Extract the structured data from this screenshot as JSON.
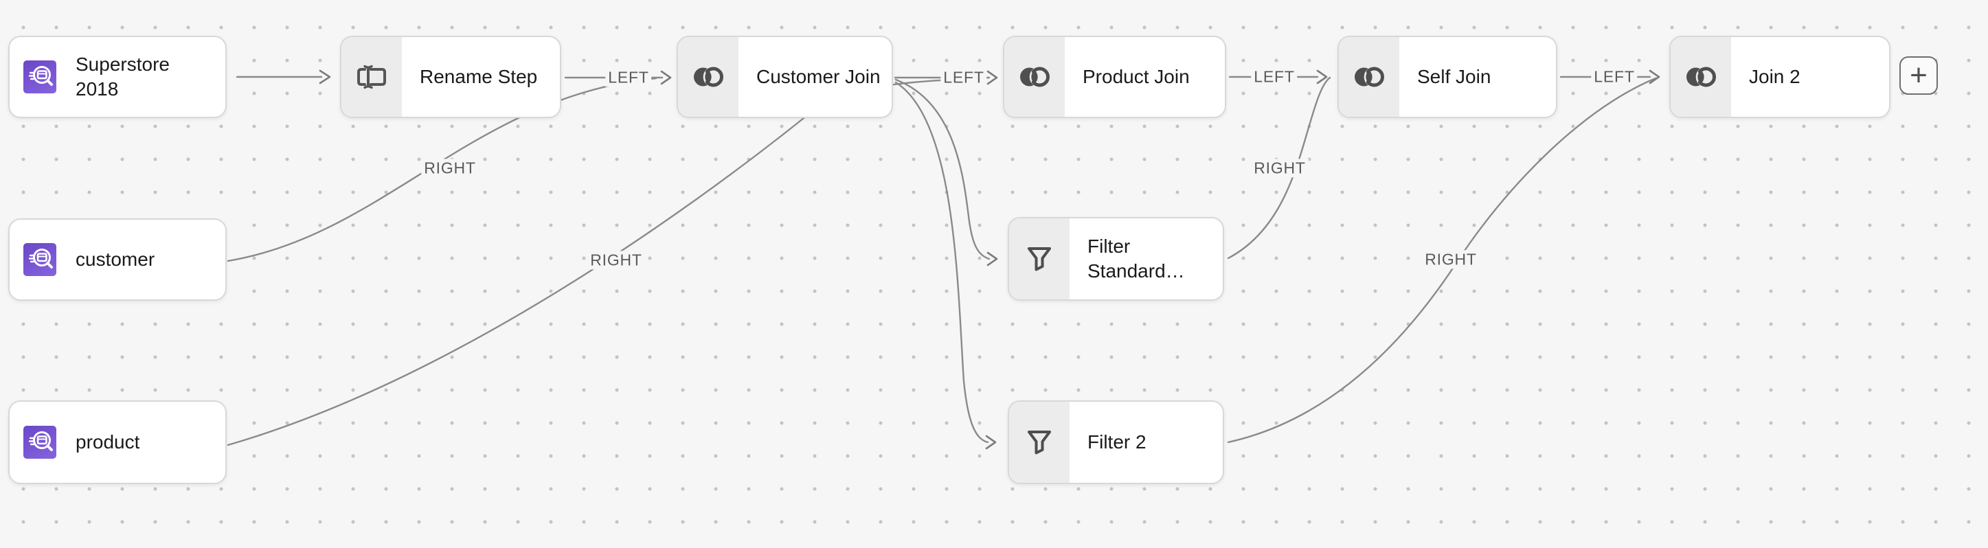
{
  "canvas": {
    "background": "#f6f6f6",
    "dot_color": "#c3c3c3"
  },
  "colors": {
    "node_bg": "#ffffff",
    "node_border": "#d8d8d8",
    "icon_section_bg": "#ececec",
    "edge": "#8a8a8a",
    "edge_label": "#5a5a5a",
    "node_text": "#1a1a1a",
    "dataset_icon_purple_start": "#6a48c6",
    "dataset_icon_purple_end": "#8465dd",
    "glyph_gray": "#4f4f4f"
  },
  "icons": {
    "dataset": "dataset-search-icon",
    "rename": "rename-field-icon",
    "join": "venn-join-icon",
    "filter": "funnel-filter-icon",
    "add": "plus-icon"
  },
  "nodes": {
    "superstore": {
      "label": "Superstore 2018",
      "type": "dataset"
    },
    "rename_step": {
      "label": "Rename Step",
      "type": "rename"
    },
    "customer_join": {
      "label": "Customer Join",
      "type": "join"
    },
    "product_join": {
      "label": "Product Join",
      "type": "join"
    },
    "self_join": {
      "label": "Self Join",
      "type": "join"
    },
    "join_2": {
      "label": "Join 2",
      "type": "join"
    },
    "customer": {
      "label": "customer",
      "type": "dataset"
    },
    "product": {
      "label": "product",
      "type": "dataset"
    },
    "filter_standard": {
      "label": "Filter Standard…",
      "type": "filter"
    },
    "filter_2": {
      "label": "Filter 2",
      "type": "filter"
    }
  },
  "edge_labels": [
    {
      "text": "LEFT"
    },
    {
      "text": "RIGHT"
    },
    {
      "text": "RIGHT"
    },
    {
      "text": "LEFT"
    },
    {
      "text": "LEFT"
    },
    {
      "text": "RIGHT"
    },
    {
      "text": "LEFT"
    },
    {
      "text": "RIGHT"
    }
  ],
  "edges": [
    {
      "from": "superstore",
      "to": "rename_step",
      "label": ""
    },
    {
      "from": "rename_step",
      "to": "customer_join",
      "label": "LEFT"
    },
    {
      "from": "customer",
      "to": "customer_join",
      "label": "RIGHT"
    },
    {
      "from": "customer_join",
      "to": "product_join",
      "label": "LEFT"
    },
    {
      "from": "product",
      "to": "product_join",
      "label": "RIGHT"
    },
    {
      "from": "customer_join",
      "to": "filter_standard",
      "label": ""
    },
    {
      "from": "customer_join",
      "to": "filter_2",
      "label": ""
    },
    {
      "from": "product_join",
      "to": "self_join",
      "label": "LEFT"
    },
    {
      "from": "filter_standard",
      "to": "self_join",
      "label": "RIGHT"
    },
    {
      "from": "self_join",
      "to": "join_2",
      "label": "LEFT"
    },
    {
      "from": "filter_2",
      "to": "join_2",
      "label": "RIGHT"
    }
  ],
  "add_button": {
    "label": "+"
  }
}
